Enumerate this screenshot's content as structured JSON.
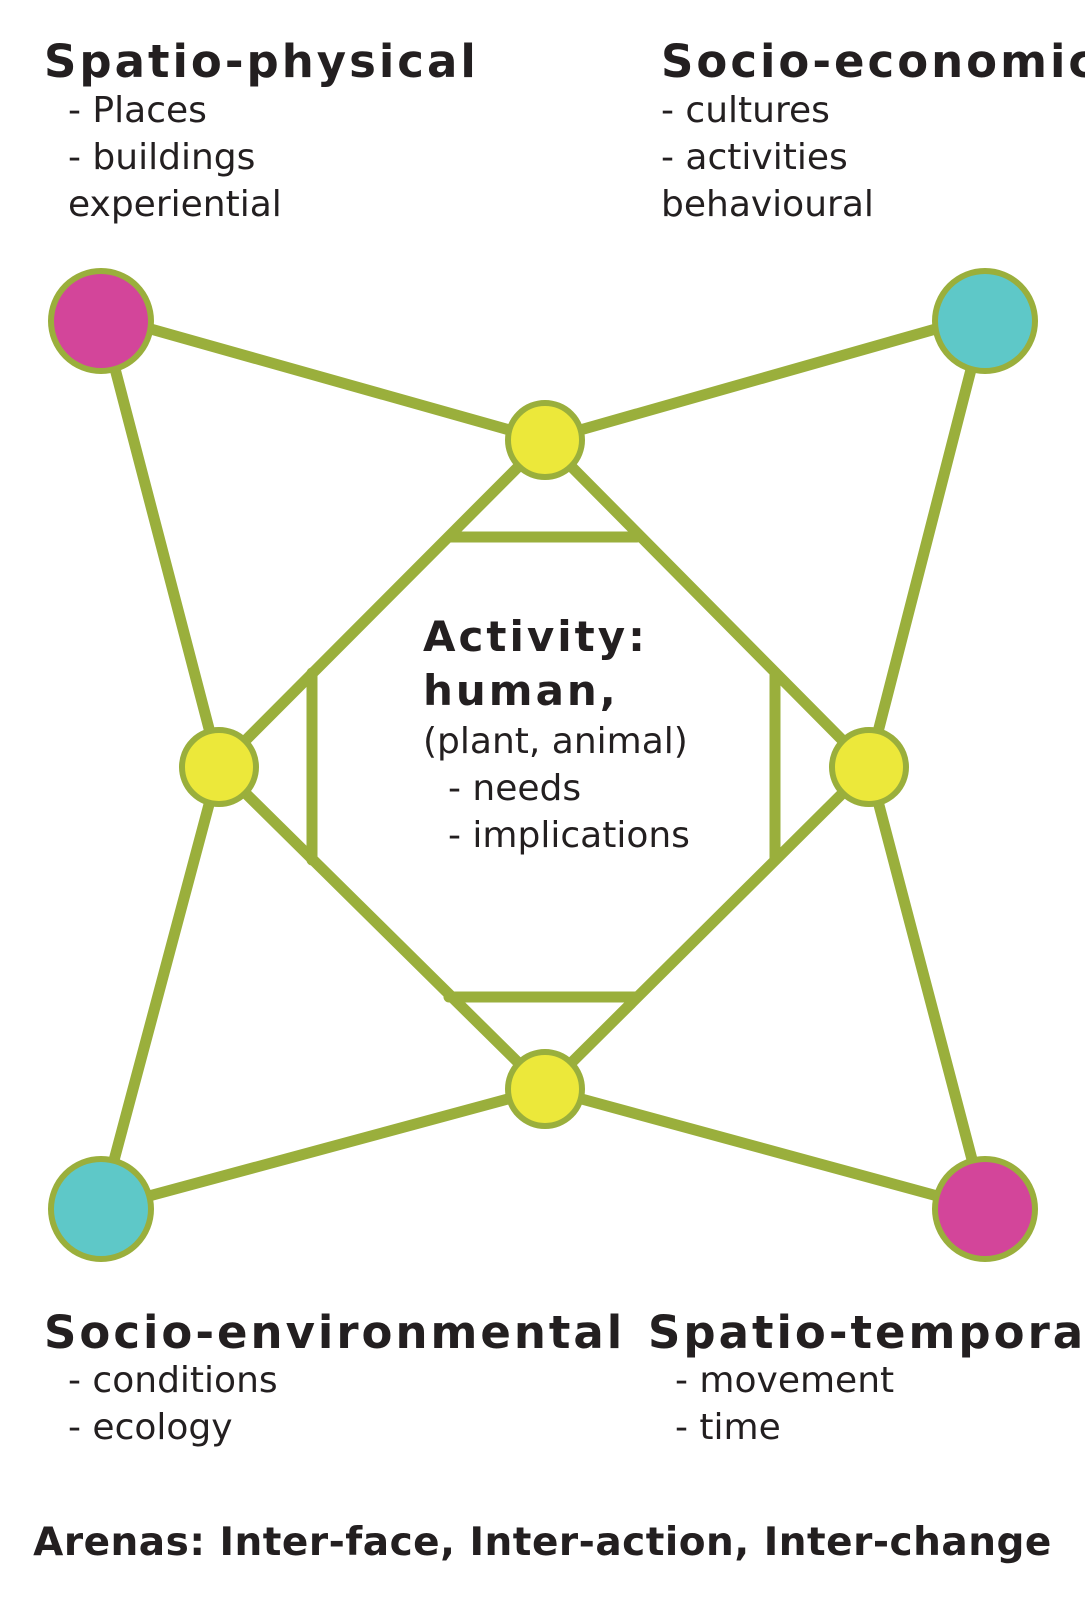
{
  "colors": {
    "edge": "#9aaf3c",
    "node_inner": "#ece83a",
    "node_magenta": "#d3459a",
    "node_cyan": "#5ec8c8",
    "text": "#231f20"
  },
  "corners": {
    "top_left": {
      "title": "Spatio-physical",
      "items": [
        "- Places",
        "- buildings",
        "experiential"
      ]
    },
    "top_right": {
      "title": "Socio-economic",
      "items": [
        "- cultures",
        "- activities",
        "behavioural"
      ]
    },
    "bottom_left": {
      "title": "Socio-environmental",
      "items": [
        "- conditions",
        "- ecology"
      ]
    },
    "bottom_right": {
      "title": "Spatio-temporal",
      "items": [
        "- movement",
        "- time"
      ]
    }
  },
  "center": {
    "title_line1": "Activity:",
    "title_line2": "human,",
    "line3": "(plant, animal)",
    "item1": "- needs",
    "item2": "- implications"
  },
  "footer": "Arenas: Inter-face, Inter-action, Inter-change"
}
